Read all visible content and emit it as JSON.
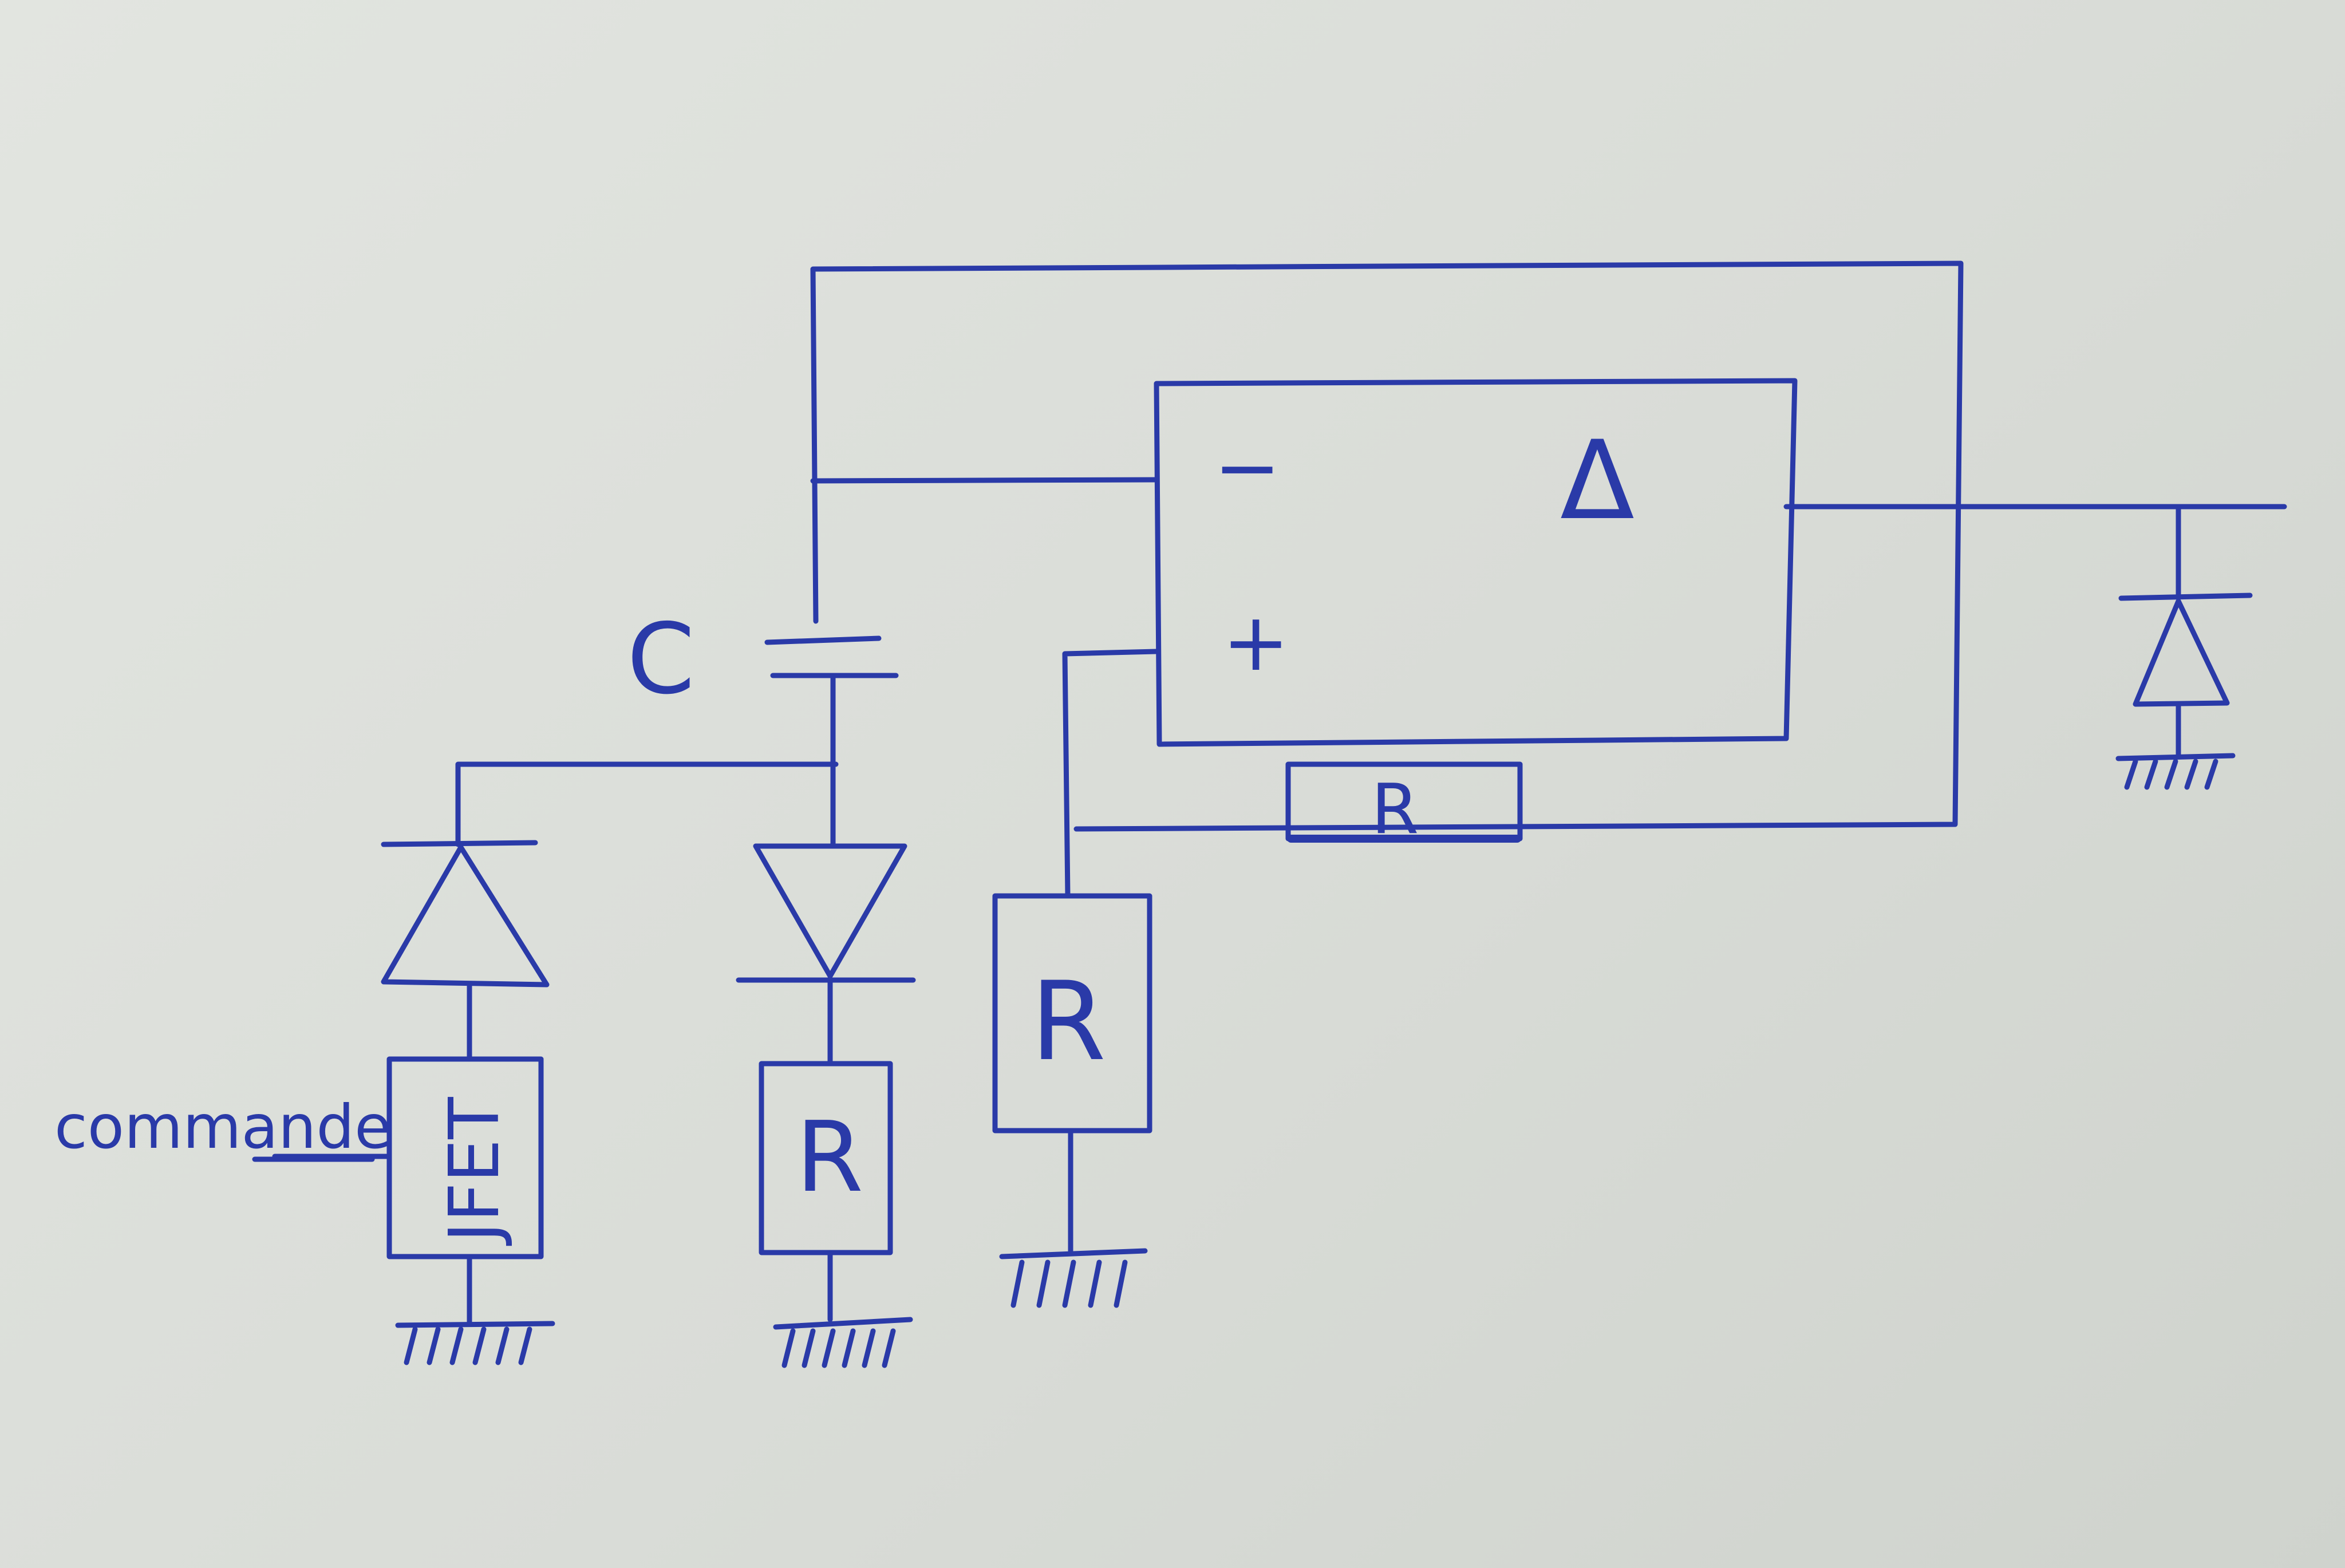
{
  "colors": {
    "ink": "#2a3aa8",
    "paper": "#dcdfda"
  },
  "labels": {
    "capacitor": "C",
    "opamp_minus": "−",
    "opamp_plus": "+",
    "opamp_delta": "Δ",
    "feedback_resistor": "R",
    "input_resistor": "R",
    "series_resistor": "R",
    "jfet": "JFET",
    "control": "commande"
  }
}
